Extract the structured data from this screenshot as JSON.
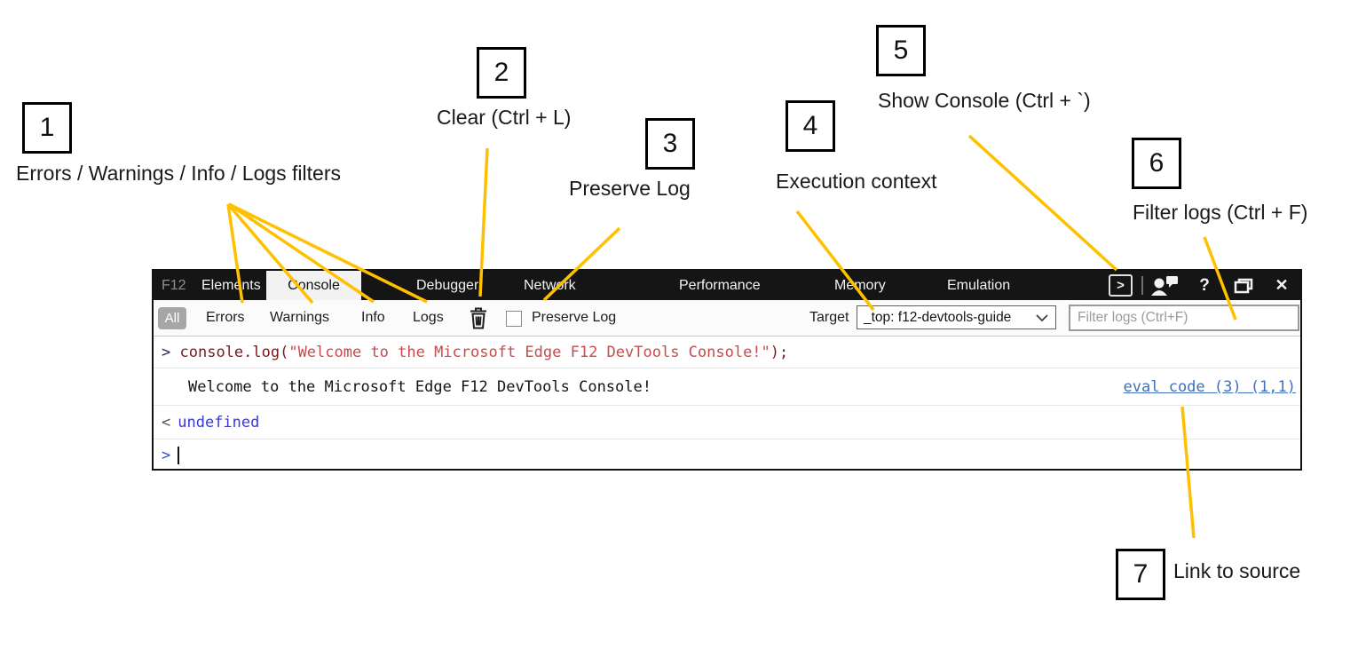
{
  "annotations": {
    "line_color": "#FFC000",
    "items": [
      {
        "number": "1",
        "label": "Errors / Warnings / Info / Logs filters"
      },
      {
        "number": "2",
        "label": "Clear (Ctrl + L)"
      },
      {
        "number": "3",
        "label": "Preserve Log"
      },
      {
        "number": "4",
        "label": "Execution context"
      },
      {
        "number": "5",
        "label": "Show Console (Ctrl + `)"
      },
      {
        "number": "6",
        "label": "Filter logs (Ctrl + F)"
      },
      {
        "number": "7",
        "label": "Link to source"
      }
    ]
  },
  "devtools": {
    "tabs": [
      "F12",
      "Elements",
      "Console",
      "Debugger",
      "Network",
      "Performance",
      "Memory",
      "Emulation"
    ],
    "active_tab": "Console",
    "titlebar": {
      "show_console_glyph": ">",
      "help_glyph": "?",
      "close_glyph": "✕"
    },
    "toolbar": {
      "filters": [
        "All",
        "Errors",
        "Warnings",
        "Info",
        "Logs"
      ],
      "active_filter": "All",
      "preserve_log_label": "Preserve Log",
      "preserve_log_checked": false,
      "target_label": "Target",
      "target_value": "_top: f12-devtools-guide",
      "filter_placeholder": "Filter logs (Ctrl+F)"
    },
    "console": {
      "echo_prompt": ">",
      "echo_code": "console.log(",
      "echo_string": "\"Welcome to the Microsoft Edge F12 DevTools Console!\"",
      "echo_suffix": ");",
      "log_message": "Welcome to the Microsoft Edge F12 DevTools Console!",
      "source_link": "eval code (3) (1,1)",
      "result_arrow": "<",
      "result_value": "undefined",
      "input_prompt": ">"
    }
  }
}
